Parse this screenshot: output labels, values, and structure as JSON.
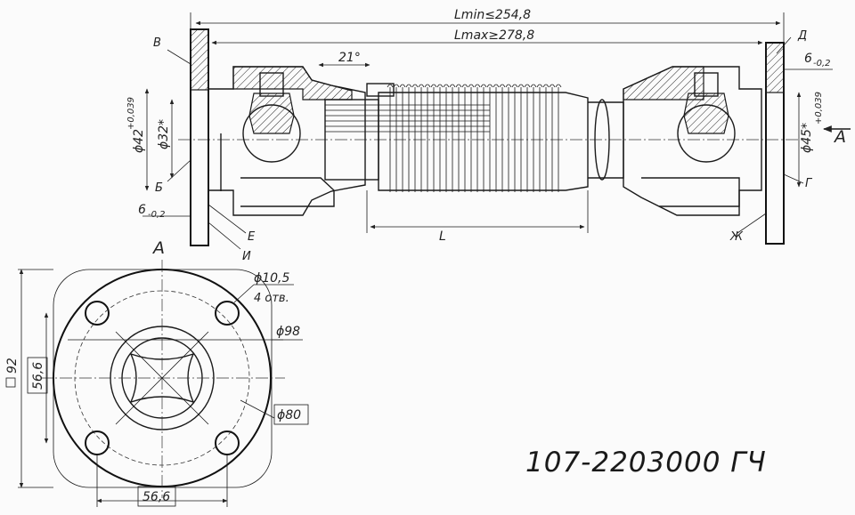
{
  "drawing": {
    "part_number": "107-2203000 ГЧ",
    "view_letter": "А",
    "dims": {
      "lmin": "Lmin≤254,8",
      "lmax": "Lmax≥278,8",
      "angle": "21°",
      "l": "L",
      "d42": "ϕ42",
      "d42_tol": "+0,039",
      "d32": "ϕ32*",
      "d45": "ϕ45*",
      "d45_tol": "+0,039",
      "six_a": "6",
      "six_a_tol": "-0,2",
      "six_b": "6",
      "six_b_tol": "-0,2",
      "hole": "ϕ10,5",
      "holes": "4 отв.",
      "d98": "ϕ98",
      "d80": "ϕ80",
      "sq92": "92",
      "w566_h": "56,6",
      "w566_v": "56,6"
    },
    "labels": {
      "v": "В",
      "b": "Б",
      "d": "Д",
      "g": "Г",
      "e": "Е",
      "i": "И",
      "zh": "Ж"
    }
  }
}
